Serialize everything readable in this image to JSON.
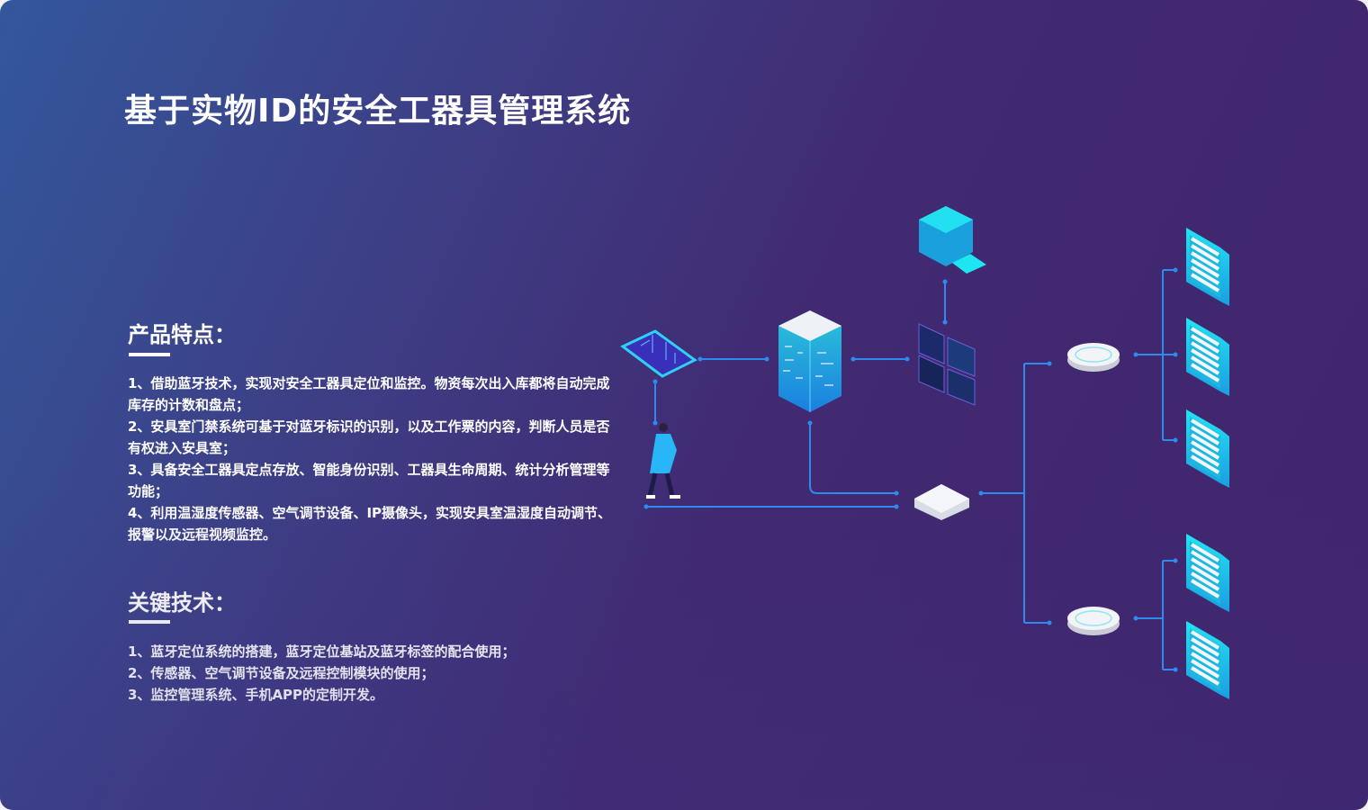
{
  "title": "基于实物ID的安全工器具管理系统",
  "features": {
    "heading": "产品特点：",
    "items": [
      "1、借助蓝牙技术，实现对安全工器具定位和监控。物资每次出入库都将自动完成库存的计数和盘点；",
      "2、安具室门禁系统可基于对蓝牙标识的识别，以及工作票的内容，判断人员是否有权进入安具室；",
      "3、具备安全工器具定点存放、智能身份识别、工器具生命周期、统计分析管理等功能；",
      "4、利用温湿度传感器、空气调节设备、IP摄像头，实现安具室温湿度自动调节、报警以及远程视频监控。"
    ]
  },
  "tech": {
    "heading": "关键技术：",
    "items": [
      "1、蓝牙定位系统的搭建，蓝牙定位基站及蓝牙标签的配合使用；",
      "2、传感器、空气调节设备及远程控制模块的使用；",
      "3、监控管理系统、手机APP的定制开发。"
    ]
  },
  "colors": {
    "line": "#2f8af0",
    "cyan": "#1ed2ea",
    "accent": "#ffffff"
  }
}
